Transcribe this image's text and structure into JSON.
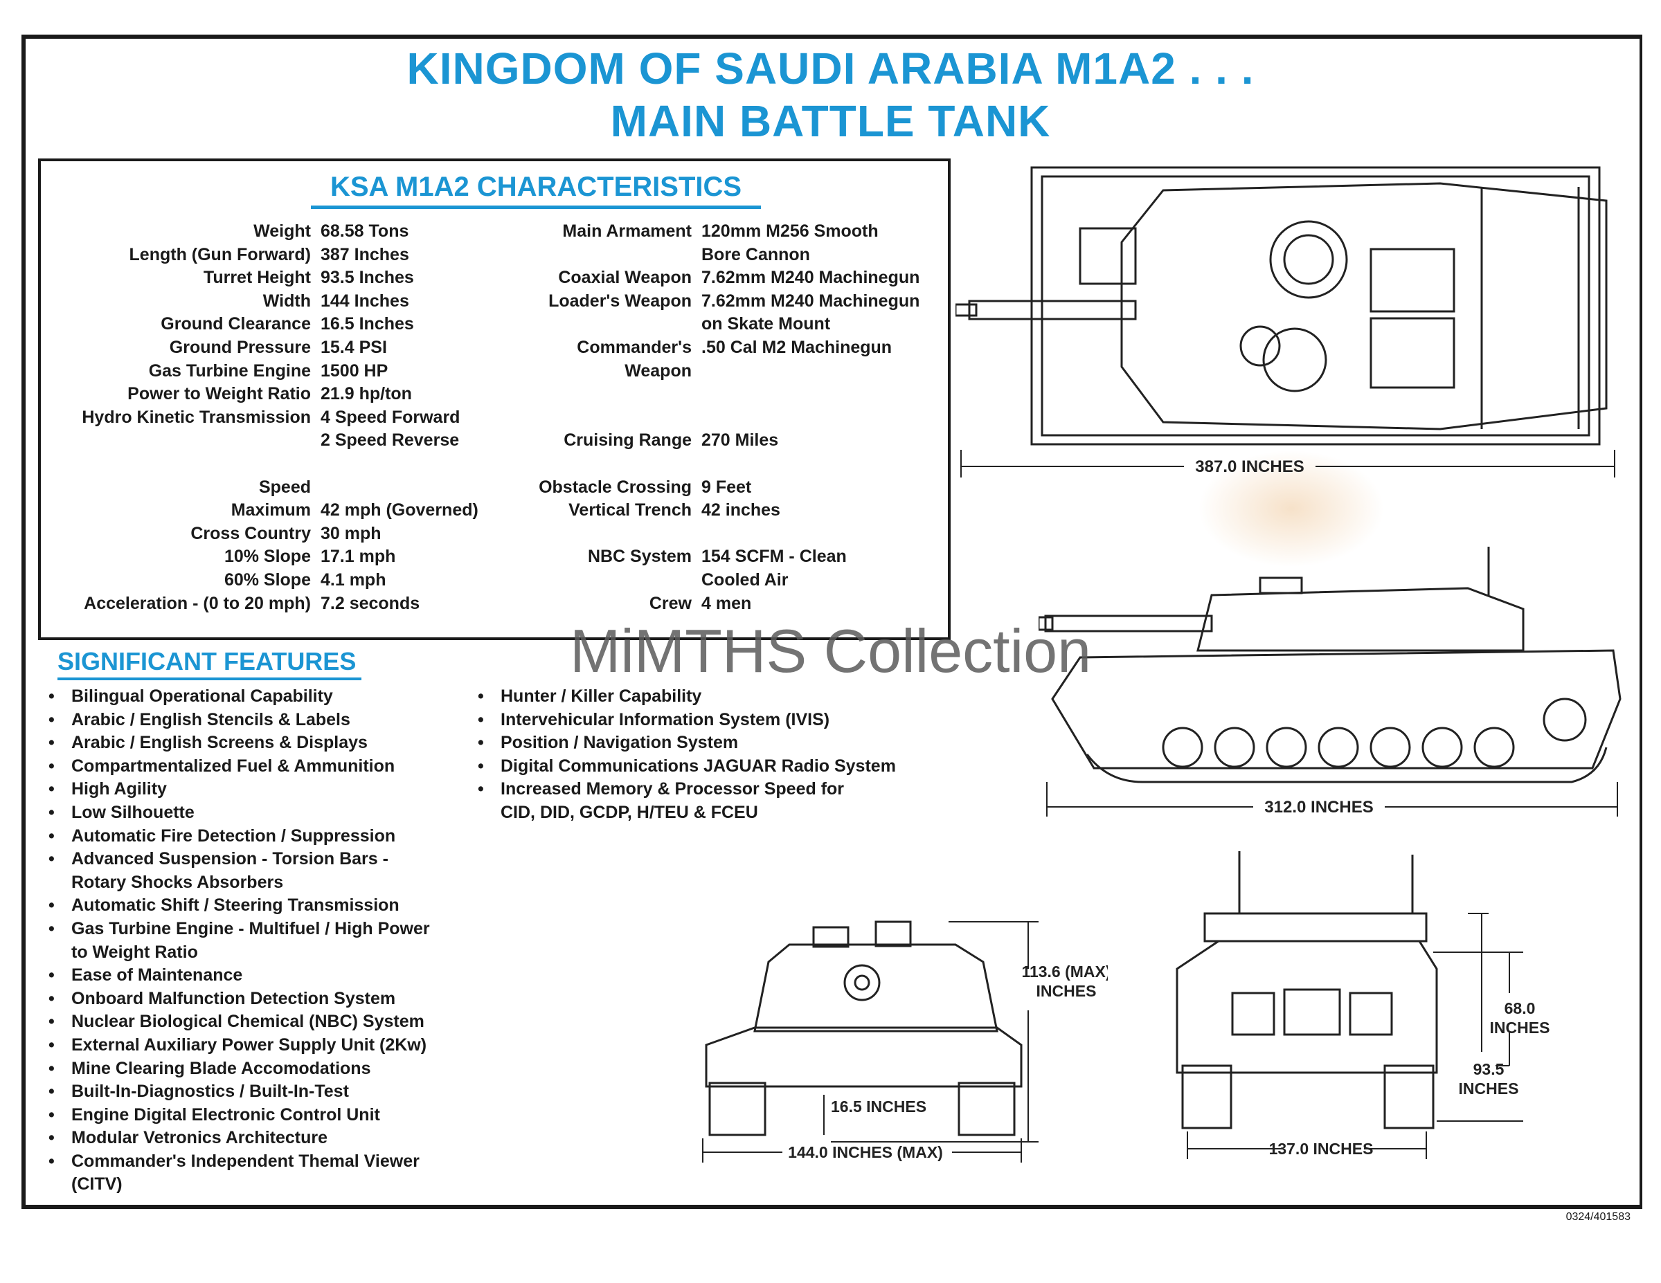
{
  "title": {
    "line1": "KINGDOM OF SAUDI ARABIA M1A2  . . .",
    "line2": "MAIN BATTLE TANK"
  },
  "characteristics": {
    "heading": "KSA M1A2 CHARACTERISTICS",
    "left": [
      {
        "label": "Weight",
        "value": "68.58 Tons"
      },
      {
        "label": "Length (Gun Forward)",
        "value": "387 Inches"
      },
      {
        "label": "Turret Height",
        "value": "93.5 Inches"
      },
      {
        "label": "Width",
        "value": "144 Inches"
      },
      {
        "label": "Ground Clearance",
        "value": "16.5 Inches"
      },
      {
        "label": "Ground Pressure",
        "value": "15.4 PSI"
      },
      {
        "label": "Gas Turbine Engine",
        "value": "1500 HP"
      },
      {
        "label": "Power to Weight Ratio",
        "value": "21.9 hp/ton"
      },
      {
        "label": "Hydro Kinetic Transmission",
        "value": "4 Speed Forward"
      },
      {
        "label": "",
        "value": "2 Speed Reverse"
      },
      {
        "label": "",
        "value": ""
      },
      {
        "label": "Speed",
        "value": ""
      },
      {
        "label": "Maximum",
        "value": "42 mph (Governed)"
      },
      {
        "label": "Cross Country",
        "value": "30 mph"
      },
      {
        "label": "10% Slope",
        "value": "17.1 mph"
      },
      {
        "label": "60% Slope",
        "value": "4.1 mph"
      },
      {
        "label": "Acceleration - (0 to 20 mph)",
        "value": "7.2 seconds"
      }
    ],
    "right": [
      {
        "label": "Main Armament",
        "value": "120mm M256 Smooth"
      },
      {
        "label": "",
        "value": "Bore Cannon"
      },
      {
        "label": "Coaxial Weapon",
        "value": "7.62mm M240 Machinegun"
      },
      {
        "label": "Loader's Weapon",
        "value": "7.62mm M240 Machinegun"
      },
      {
        "label": "",
        "value": "on Skate Mount"
      },
      {
        "label": "Commander's",
        "value": ".50 Cal M2 Machinegun"
      },
      {
        "label": "Weapon",
        "value": ""
      },
      {
        "label": "",
        "value": ""
      },
      {
        "label": "",
        "value": ""
      },
      {
        "label": "Cruising Range",
        "value": "270 Miles"
      },
      {
        "label": "",
        "value": ""
      },
      {
        "label": "Obstacle Crossing",
        "value": "9 Feet"
      },
      {
        "label": "Vertical Trench",
        "value": "42 inches"
      },
      {
        "label": "",
        "value": ""
      },
      {
        "label": "NBC System",
        "value": "154 SCFM - Clean"
      },
      {
        "label": "",
        "value": "Cooled Air"
      },
      {
        "label": "Crew",
        "value": "4 men"
      }
    ]
  },
  "features": {
    "heading": "SIGNIFICANT FEATURES",
    "bullet": "•",
    "left": [
      "Bilingual Operational Capability",
      "Arabic / English Stencils & Labels",
      "Arabic / English Screens & Displays",
      "Compartmentalized Fuel & Ammunition",
      "High Agility",
      "Low Silhouette",
      "Automatic Fire Detection / Suppression",
      "Advanced Suspension - Torsion Bars -\nRotary Shocks Absorbers",
      "Automatic Shift / Steering Transmission",
      "Gas Turbine Engine - Multifuel / High Power\nto Weight Ratio",
      "Ease of Maintenance",
      "Onboard Malfunction Detection System",
      "Nuclear Biological Chemical (NBC) System",
      "External Auxiliary Power Supply Unit (2Kw)",
      "Mine Clearing Blade Accomodations",
      "Built-In-Diagnostics / Built-In-Test",
      "Engine Digital Electronic Control Unit",
      "Modular Vetronics Architecture",
      "Commander's Independent Themal Viewer\n(CITV)"
    ],
    "right": [
      "Hunter / Killer Capability",
      "Intervehicular Information System (IVIS)",
      "Position / Navigation System",
      "Digital Communications JAGUAR Radio System",
      "Increased Memory & Processor Speed for\nCID, DID, GCDP, H/TEU & FCEU"
    ]
  },
  "dimensions": {
    "top_length": "387.0 INCHES",
    "side_length": "312.0 INCHES",
    "front_height_1": "113.6 (MAX)",
    "front_height_2": "INCHES",
    "front_clearance": "16.5 INCHES",
    "front_width": "144.0 INCHES (MAX)",
    "rear_height_1": "68.0",
    "rear_height_2": "INCHES",
    "rear_turret_1": "93.5",
    "rear_turret_2": "INCHES",
    "rear_width": "137.0 INCHES"
  },
  "watermark": "MiMTHS Collection",
  "code": "0324/401583",
  "colors": {
    "accent": "#1b95d3",
    "ink": "#1a1a1a"
  }
}
